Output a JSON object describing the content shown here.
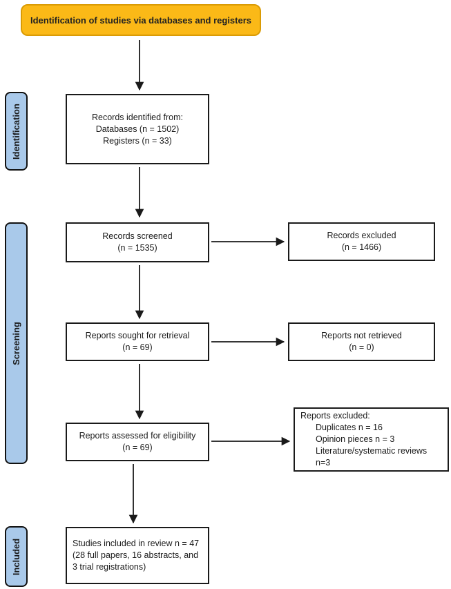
{
  "diagram": {
    "title": "Identification of studies via databases and registers"
  },
  "stages": {
    "identification": "Identification",
    "screening": "Screening",
    "included": "Included"
  },
  "boxes": {
    "records_identified": {
      "lines": [
        "Records identified from:",
        "Databases (n = 1502)",
        "Registers (n = 33)"
      ]
    },
    "records_screened": {
      "lines": [
        "Records screened",
        "(n = 1535)"
      ]
    },
    "records_excluded": {
      "lines": [
        "Records excluded",
        "(n = 1466)"
      ]
    },
    "reports_sought": {
      "lines": [
        "Reports sought for retrieval",
        "(n = 69)"
      ]
    },
    "reports_not_retrieved": {
      "lines": [
        "Reports not retrieved",
        "(n = 0)"
      ]
    },
    "reports_assessed": {
      "lines": [
        "Reports assessed for eligibility",
        "(n = 69)"
      ]
    },
    "reports_excluded": {
      "heading": "Reports excluded:",
      "items": [
        "Duplicates n = 16",
        "Opinion pieces n = 3",
        "Literature/systematic reviews n=3"
      ]
    },
    "studies_included": {
      "lines": [
        "Studies included in review n = 47",
        "(28 full papers, 16 abstracts, and",
        "3 trial registrations)"
      ]
    }
  },
  "colors": {
    "banner_fill": "#FBB917",
    "banner_border": "#DA9B05",
    "stage_fill": "#A9C9EA",
    "outline": "#1A1A1A",
    "arrow": "#1A1A1A"
  }
}
